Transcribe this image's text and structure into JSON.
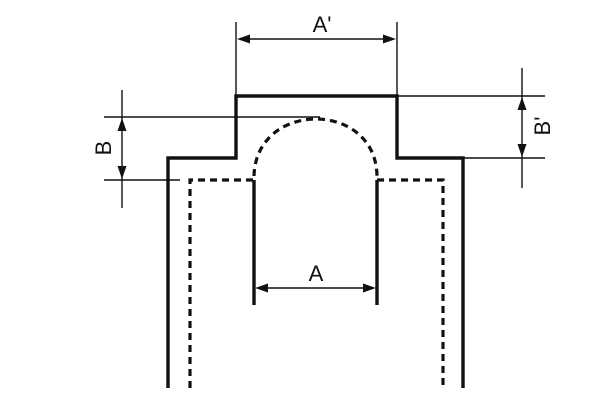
{
  "labels": {
    "a": "A",
    "a_prime": "A'",
    "b": "B",
    "b_prime": "B'"
  },
  "colors": {
    "line": "#111111",
    "background": "#ffffff"
  }
}
